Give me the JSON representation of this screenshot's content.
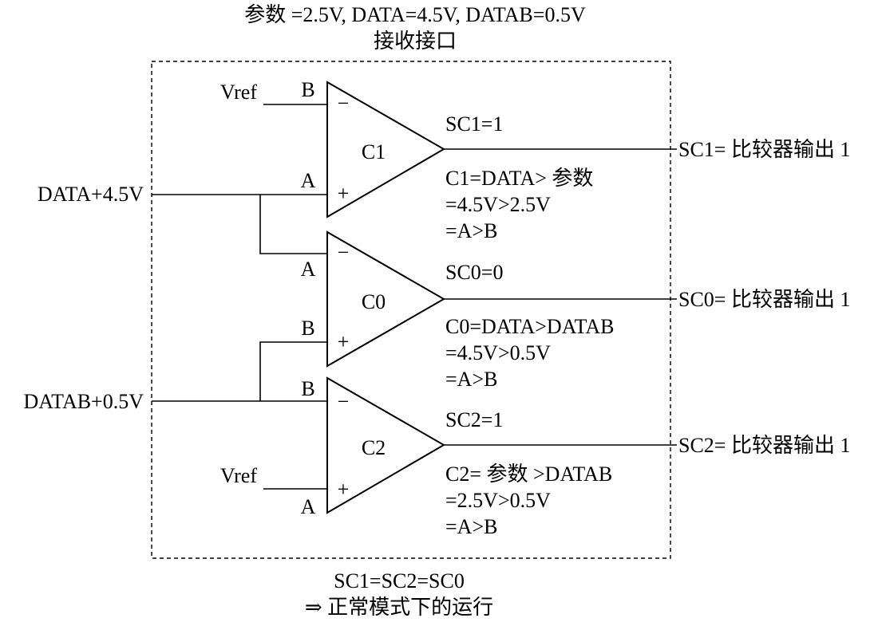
{
  "header": {
    "params_line": "参数 =2.5V, DATA=4.5V, DATAB=0.5V",
    "block_title": "接收接口"
  },
  "inputs": {
    "data_label": "DATA+4.5V",
    "datab_label": "DATAB+0.5V"
  },
  "comparators": [
    {
      "name": "C1",
      "ref_label": "Vref",
      "pin_top": "B",
      "pin_bottom": "A",
      "sign_top": "−",
      "sign_bottom": "+",
      "state": "SC1=1",
      "desc": [
        "C1=DATA> 参数",
        "=4.5V>2.5V",
        "=A>B"
      ],
      "output_label": "SC1= 比较器输出 1"
    },
    {
      "name": "C0",
      "pin_top": "A",
      "pin_bottom": "B",
      "sign_top": "−",
      "sign_bottom": "+",
      "state": "SC0=0",
      "desc": [
        "C0=DATA>DATAB",
        "=4.5V>0.5V",
        "=A>B"
      ],
      "output_label": "SC0= 比较器输出 1"
    },
    {
      "name": "C2",
      "ref_label": "Vref",
      "pin_top": "B",
      "pin_bottom": "A",
      "sign_top": "−",
      "sign_bottom": "+",
      "state": "SC2=1",
      "desc": [
        "C2= 参数 >DATAB",
        "=2.5V>0.5V",
        "=A>B"
      ],
      "output_label": "SC2= 比较器输出 1"
    }
  ],
  "footer": {
    "equation": "SC1=SC2=SC0",
    "conclusion": "⇒ 正常模式下的运行"
  }
}
